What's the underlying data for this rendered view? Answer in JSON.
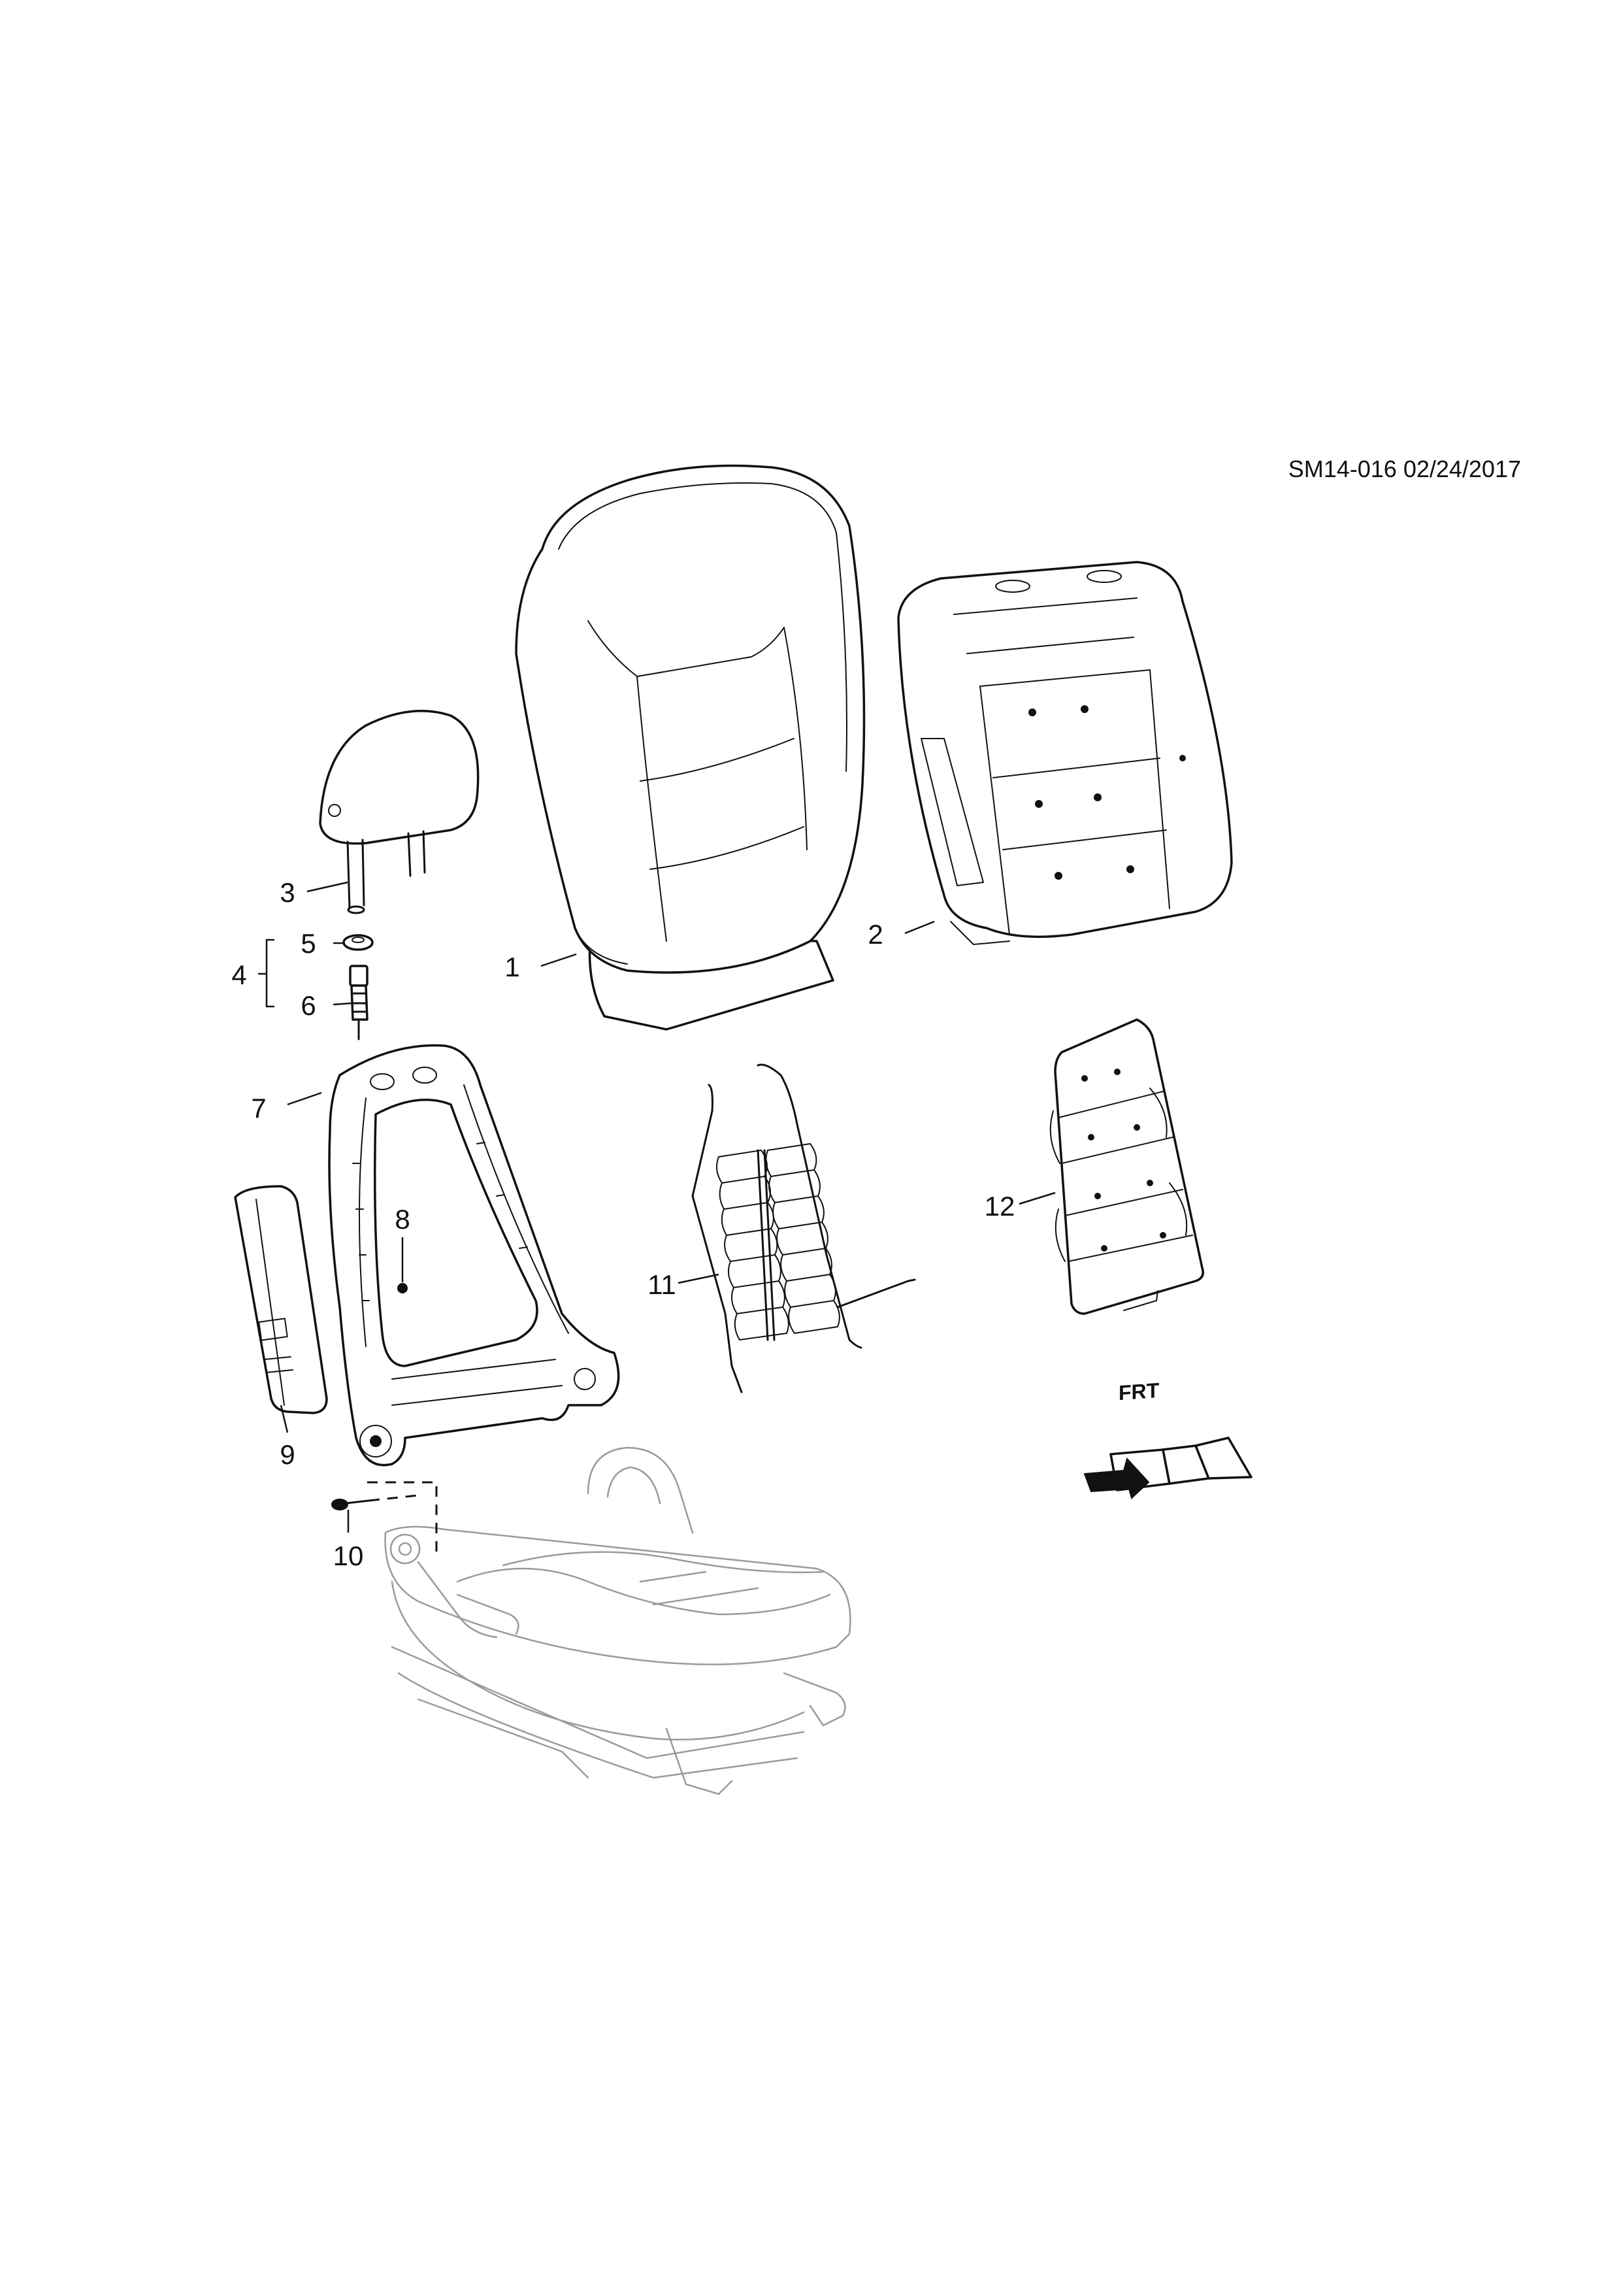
{
  "drawing": {
    "reference": "SM14-016 02/24/2017"
  },
  "callouts": [
    {
      "id": "1",
      "text": "1"
    },
    {
      "id": "2",
      "text": "2"
    },
    {
      "id": "3",
      "text": "3"
    },
    {
      "id": "4",
      "text": "4"
    },
    {
      "id": "5",
      "text": "5"
    },
    {
      "id": "6",
      "text": "6"
    },
    {
      "id": "7",
      "text": "7"
    },
    {
      "id": "8",
      "text": "8"
    },
    {
      "id": "9",
      "text": "9"
    },
    {
      "id": "10",
      "text": "10"
    },
    {
      "id": "11",
      "text": "11"
    },
    {
      "id": "12",
      "text": "12"
    }
  ],
  "front_arrow": {
    "text": "FRT"
  }
}
